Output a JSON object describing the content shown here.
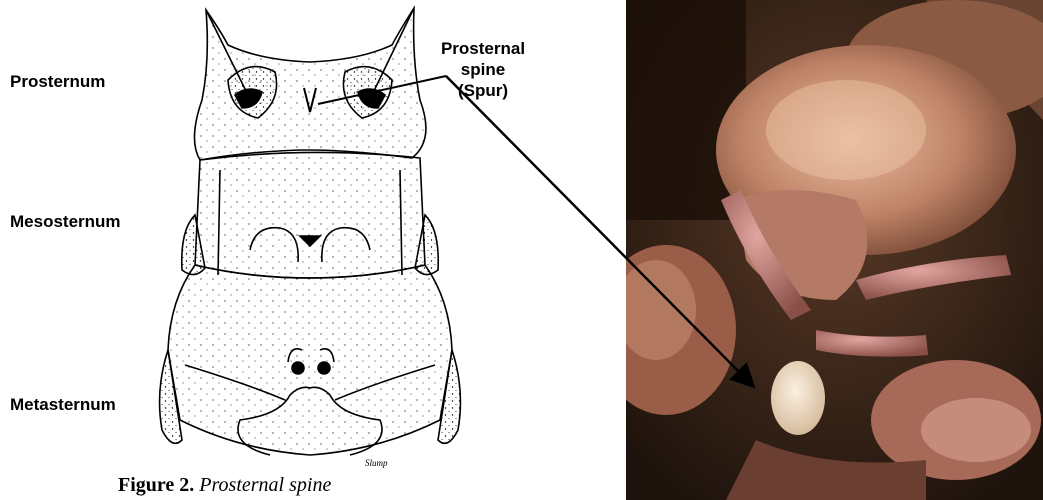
{
  "labels": {
    "prosternum": "Prosternum",
    "mesosternum": "Mesosternum",
    "metasternum": "Metasternum"
  },
  "callout": {
    "line1": "Prosternal spine",
    "line2": "(Spur)"
  },
  "caption": {
    "figure": "Figure 2.",
    "text": " Prosternal spine"
  },
  "signature": "Slump",
  "colors": {
    "ink": "#000000",
    "photo_background": "#2a1a10",
    "photo_body": "#b87a5a",
    "spine": "#f0dcc4"
  }
}
